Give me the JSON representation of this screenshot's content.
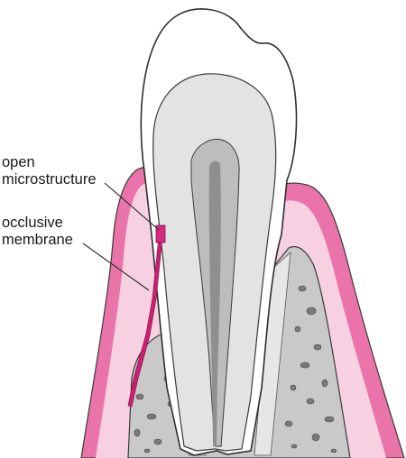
{
  "labels": {
    "open_microstructure": [
      "open",
      "microstructure"
    ],
    "occlusive_membrane": [
      "occlusive",
      "membrane"
    ]
  },
  "colors": {
    "gingiva_light": "#f6cfe0",
    "gingiva_dark": "#e8609f",
    "membrane": "#cc1f73",
    "dentin": "#e3e3e3",
    "pulp": "#bdbdbd",
    "bone_cortex": "#9e9e9e",
    "bone_marrow": "#d2d2d2",
    "outline": "#3a3a3a"
  }
}
